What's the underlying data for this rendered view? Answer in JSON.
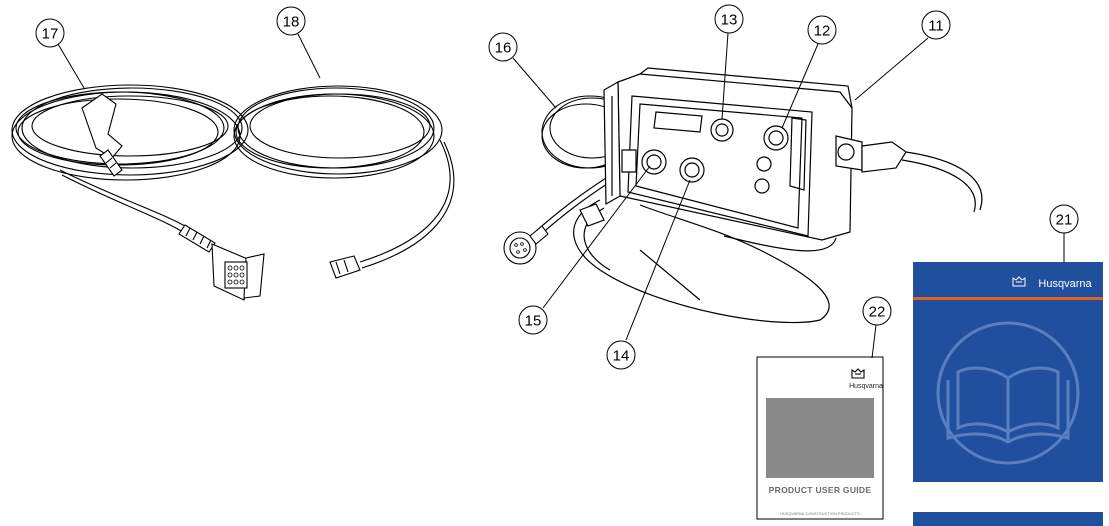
{
  "callouts": [
    {
      "id": "17",
      "label": "17"
    },
    {
      "id": "18",
      "label": "18"
    },
    {
      "id": "16",
      "label": "16"
    },
    {
      "id": "13",
      "label": "13"
    },
    {
      "id": "12",
      "label": "12"
    },
    {
      "id": "11",
      "label": "11"
    },
    {
      "id": "15",
      "label": "15"
    },
    {
      "id": "14",
      "label": "14"
    },
    {
      "id": "22",
      "label": "22"
    },
    {
      "id": "21",
      "label": "21"
    }
  ],
  "guide": {
    "brand": "Husqvarna",
    "title": "PRODUCT USER GUIDE",
    "subtitle": "HUSQVARNA CONSTRUCTION PRODUCTS",
    "panel_color": "#8a8a8a"
  },
  "manual": {
    "brand": "Husqvarna",
    "cover_color": "#1f4f9d",
    "accent_color": "#e2631d"
  }
}
